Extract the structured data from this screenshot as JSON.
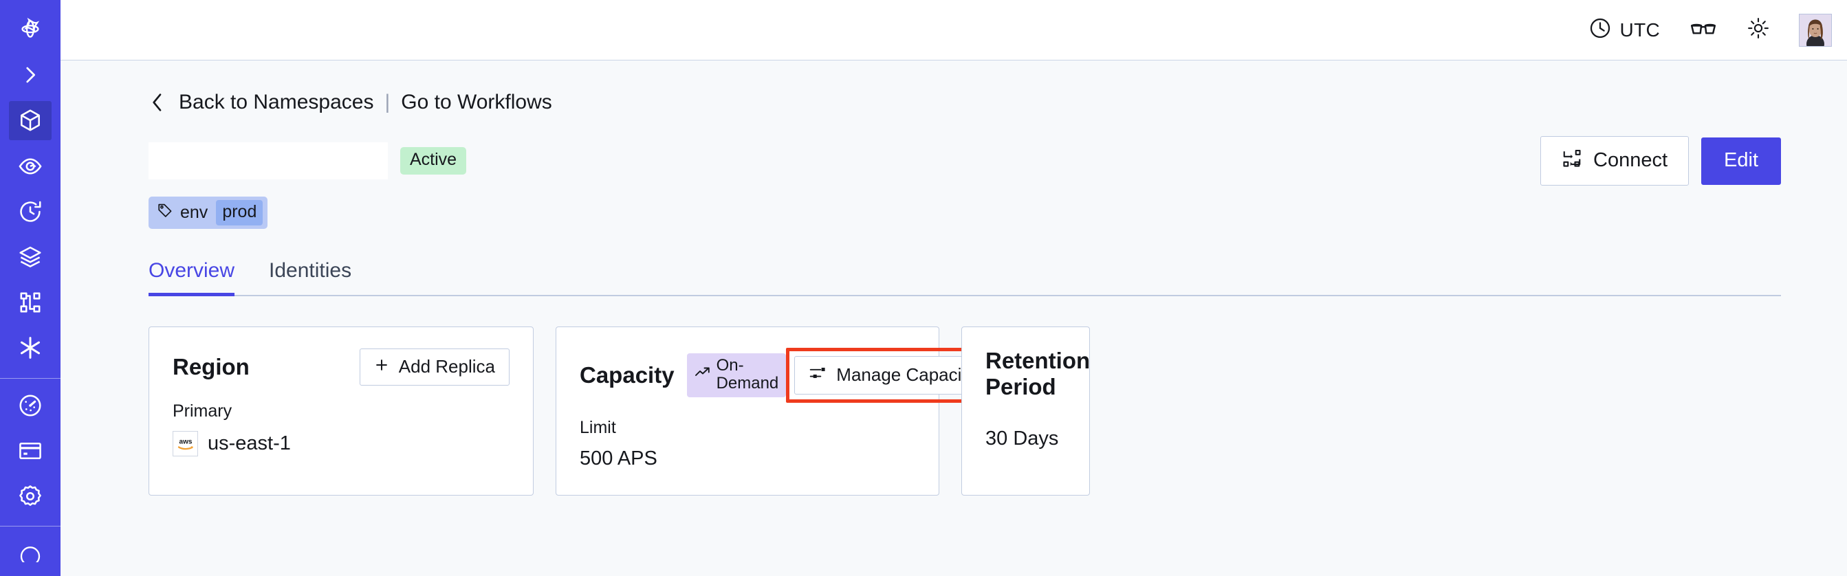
{
  "colors": {
    "sidebar_bg": "#4846e4",
    "sidebar_active_bg": "#393bbe",
    "page_bg": "#f7f9fb",
    "card_border": "#c2cde1",
    "accent": "#4846e4",
    "status_active_bg": "#c2f0ce",
    "badge_ondemand_bg": "#ded4f7",
    "tag_bg": "#b9c9f5",
    "tag_value_bg": "#92b0f2",
    "annotation_red": "#ef3b1d"
  },
  "sidebar": {
    "items": [
      {
        "name": "logo-icon",
        "label": "Temporal logo",
        "active": false
      },
      {
        "name": "expand-sidebar-icon",
        "label": "Expand sidebar",
        "active": false
      },
      {
        "name": "namespaces-icon",
        "label": "Namespaces",
        "active": true
      },
      {
        "name": "observability-icon",
        "label": "Observability",
        "active": false
      },
      {
        "name": "schedules-icon",
        "label": "Schedules",
        "active": false
      },
      {
        "name": "batch-operations-icon",
        "label": "Batch Operations",
        "active": false
      },
      {
        "name": "workflows-icon",
        "label": "Workflows",
        "active": false
      },
      {
        "name": "nexus-icon",
        "label": "Nexus",
        "active": false
      },
      {
        "name": "usage-icon",
        "label": "Usage",
        "active": false
      },
      {
        "name": "billing-icon",
        "label": "Billing",
        "active": false
      },
      {
        "name": "settings-icon",
        "label": "Settings",
        "active": false
      }
    ]
  },
  "topbar": {
    "timezone_label": "UTC",
    "timezone_icon": "clock-icon",
    "reader_mode_icon": "glasses-icon",
    "theme_icon": "sun-icon",
    "avatar_label": "User avatar"
  },
  "breadcrumb": {
    "back_icon": "chevron-left-icon",
    "back_label": "Back to Namespaces",
    "separator": "|",
    "forward_label": "Go to Workflows"
  },
  "header": {
    "namespace_name": "",
    "status_badge": "Active",
    "connect_label": "Connect",
    "connect_icon": "connect-icon",
    "edit_label": "Edit"
  },
  "tag": {
    "icon": "tag-icon",
    "key": "env",
    "value": "prod"
  },
  "tabs": [
    {
      "label": "Overview",
      "active": true
    },
    {
      "label": "Identities",
      "active": false
    }
  ],
  "cards": {
    "region": {
      "title": "Region",
      "action_label": "Add Replica",
      "action_icon": "plus-icon",
      "label": "Primary",
      "provider_icon": "aws-icon",
      "value": "us-east-1"
    },
    "capacity": {
      "title": "Capacity",
      "badge_label": "On-Demand",
      "badge_icon": "trending-up-icon",
      "action_label": "Manage Capacity",
      "action_icon": "sliders-icon",
      "action_highlighted": true,
      "label": "Limit",
      "value": "500 APS"
    },
    "retention": {
      "title": "Retention Period",
      "value": "30  Days"
    }
  }
}
